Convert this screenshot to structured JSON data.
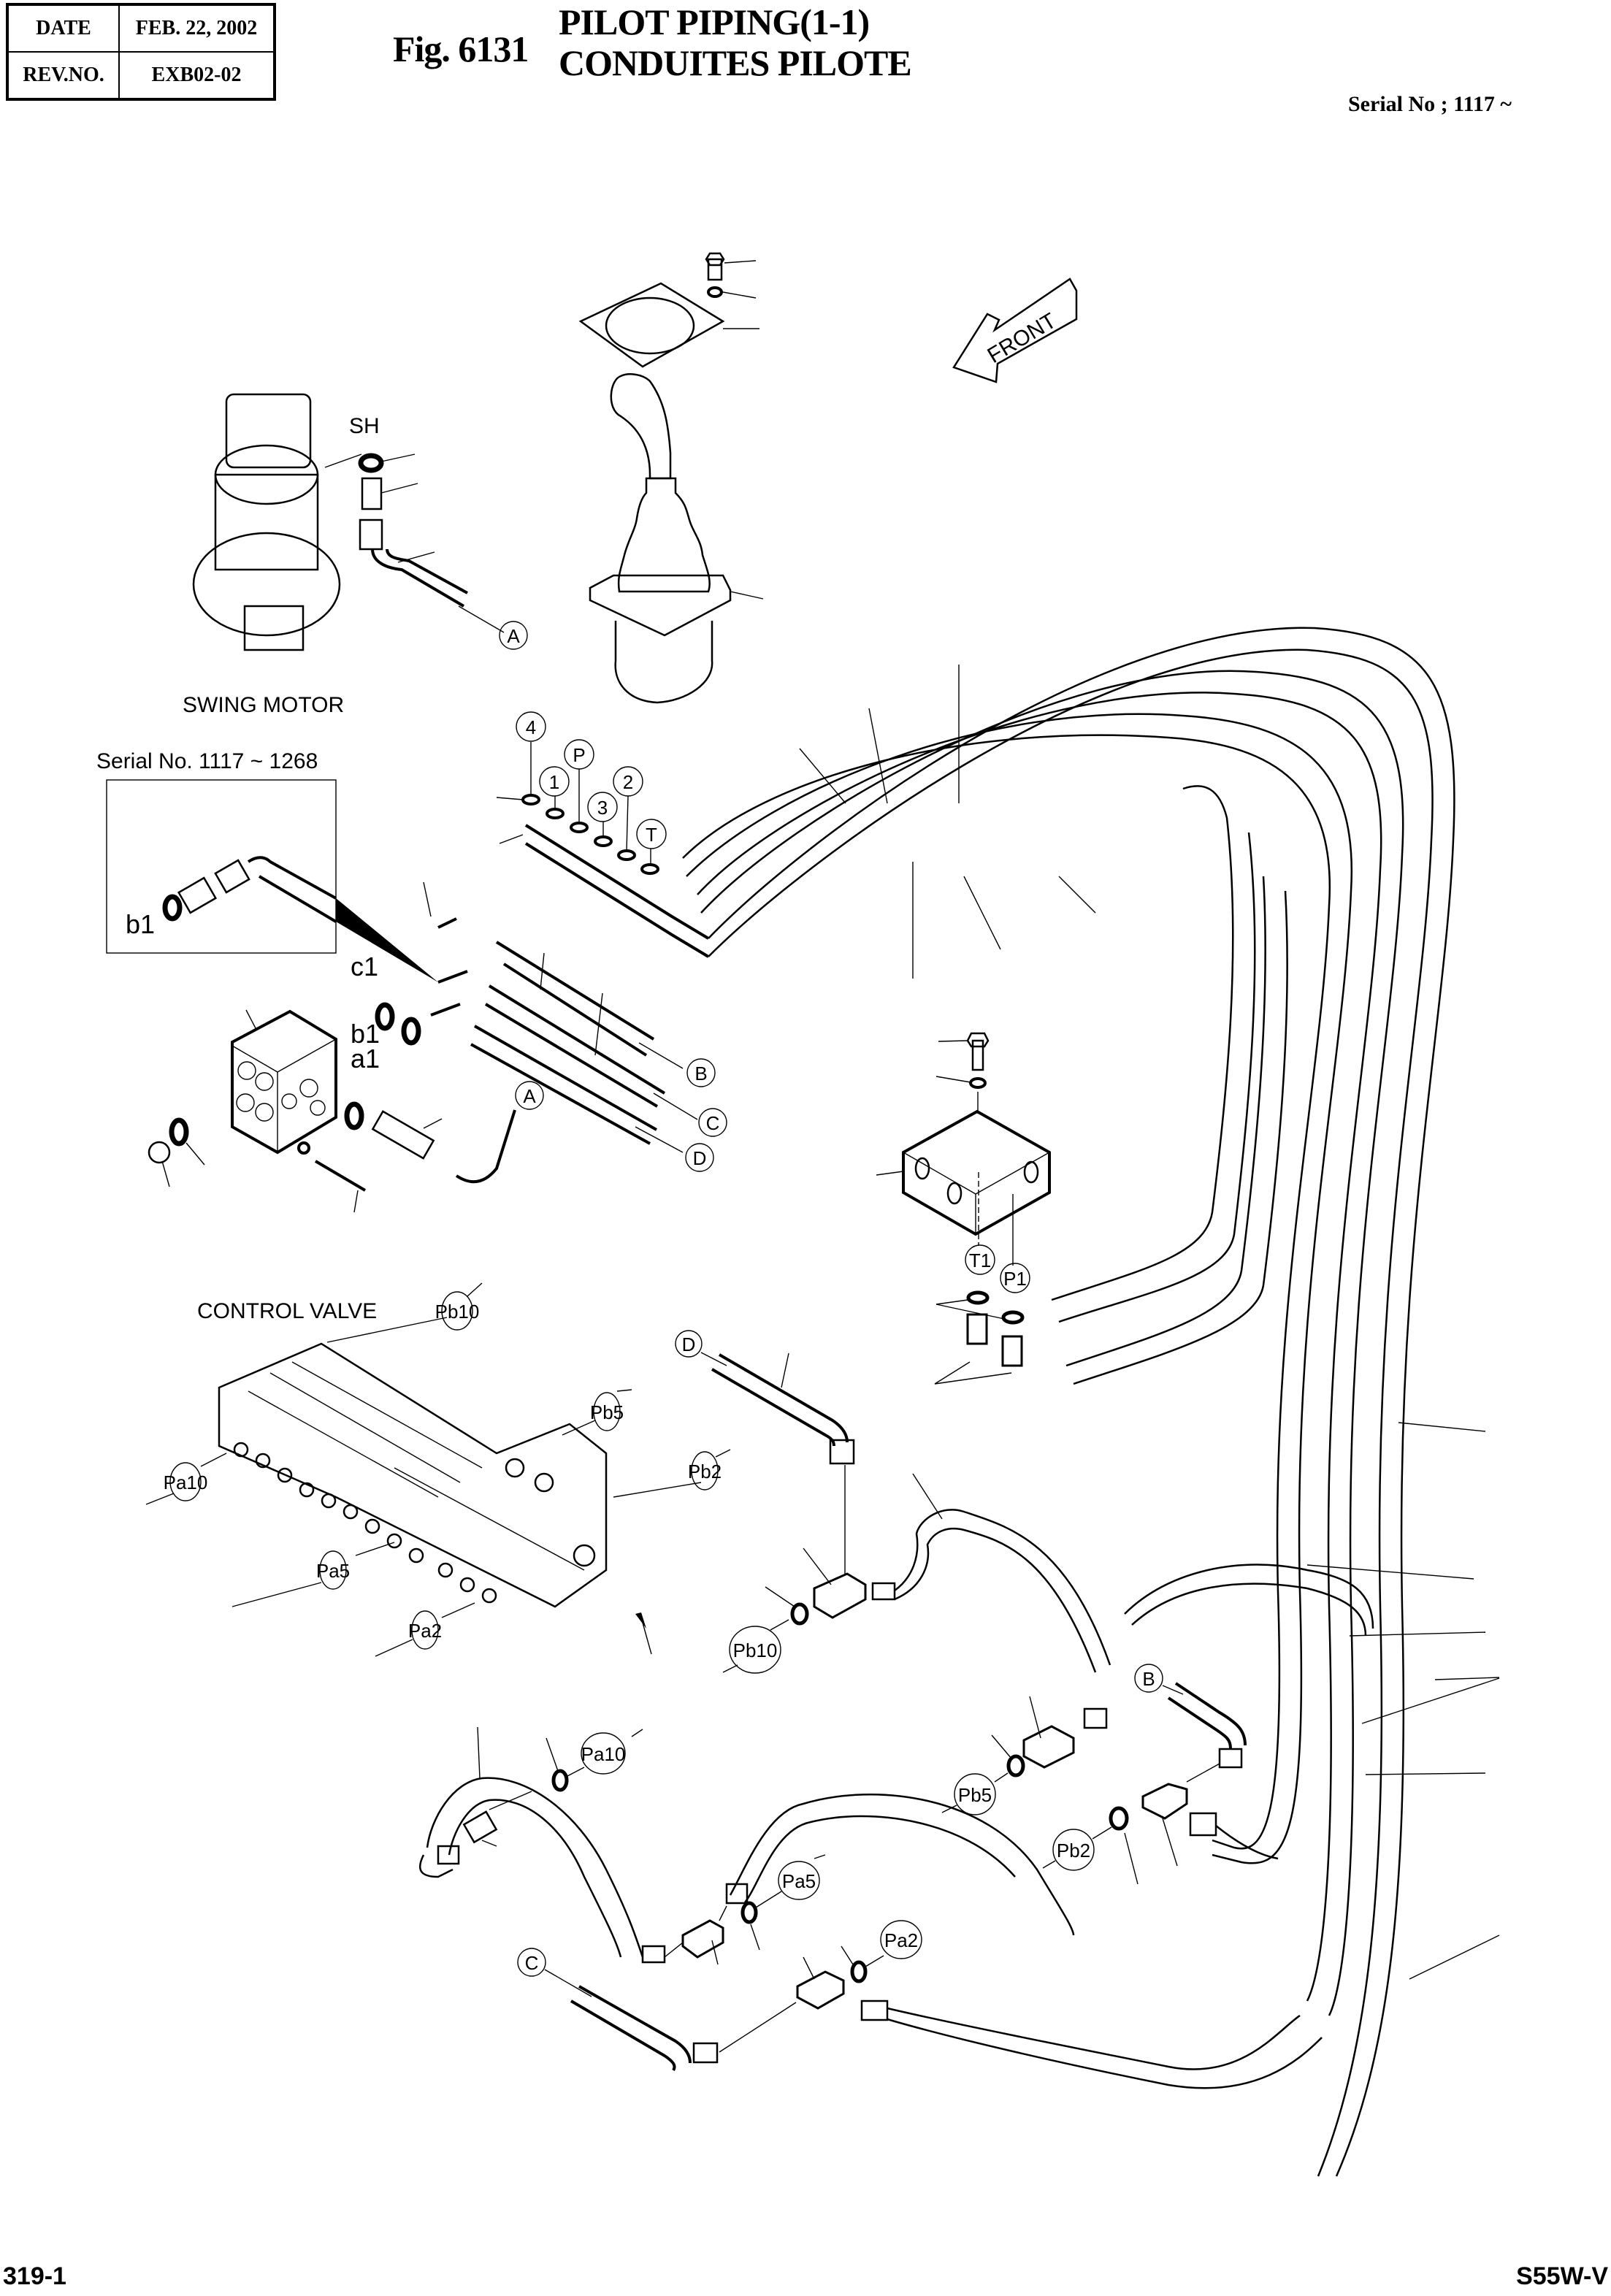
{
  "header": {
    "date_label": "DATE",
    "date_value": "FEB. 22, 2002",
    "rev_label": "REV.NO.",
    "rev_value": "EXB02-02",
    "figure_number": "Fig. 6131",
    "title_en": "PILOT PIPING(1-1)",
    "title_fr": "CONDUITES PILOTE",
    "serial_range": "Serial No ; 1117 ~"
  },
  "footer": {
    "page_number": "319-1",
    "model": "S55W-V"
  },
  "diagram": {
    "front_arrow_label": "FRONT",
    "swing_motor": {
      "title": "SWING MOTOR",
      "port_label": "SH"
    },
    "inset": {
      "title": "Serial No. 1117 ~ 1268",
      "port_label": "b1"
    },
    "valve_block_ports": [
      "c1",
      "b1",
      "a1"
    ],
    "control_valve_title": "CONTROL VALVE",
    "joystick_port_bubbles": [
      "4",
      "1",
      "P",
      "3",
      "2",
      "T"
    ],
    "block_port_bubbles": [
      "T1",
      "P1"
    ],
    "connection_bubbles": {
      "A_motor": "A",
      "A_block": "A",
      "B_block": "B",
      "C_block": "C",
      "D_block": "D",
      "D_tee": "D",
      "B_tee": "B",
      "C_tee": "C"
    },
    "control_valve_bubbles": [
      "Pb10",
      "Pb5",
      "Pb2",
      "Pa10",
      "Pa5",
      "Pa2"
    ],
    "tee_bubbles": {
      "pb10": "Pb10",
      "pb5": "Pb5",
      "pb2": "Pb2",
      "pa10": "Pa10",
      "pa5": "Pa5",
      "pa2": "Pa2"
    }
  }
}
